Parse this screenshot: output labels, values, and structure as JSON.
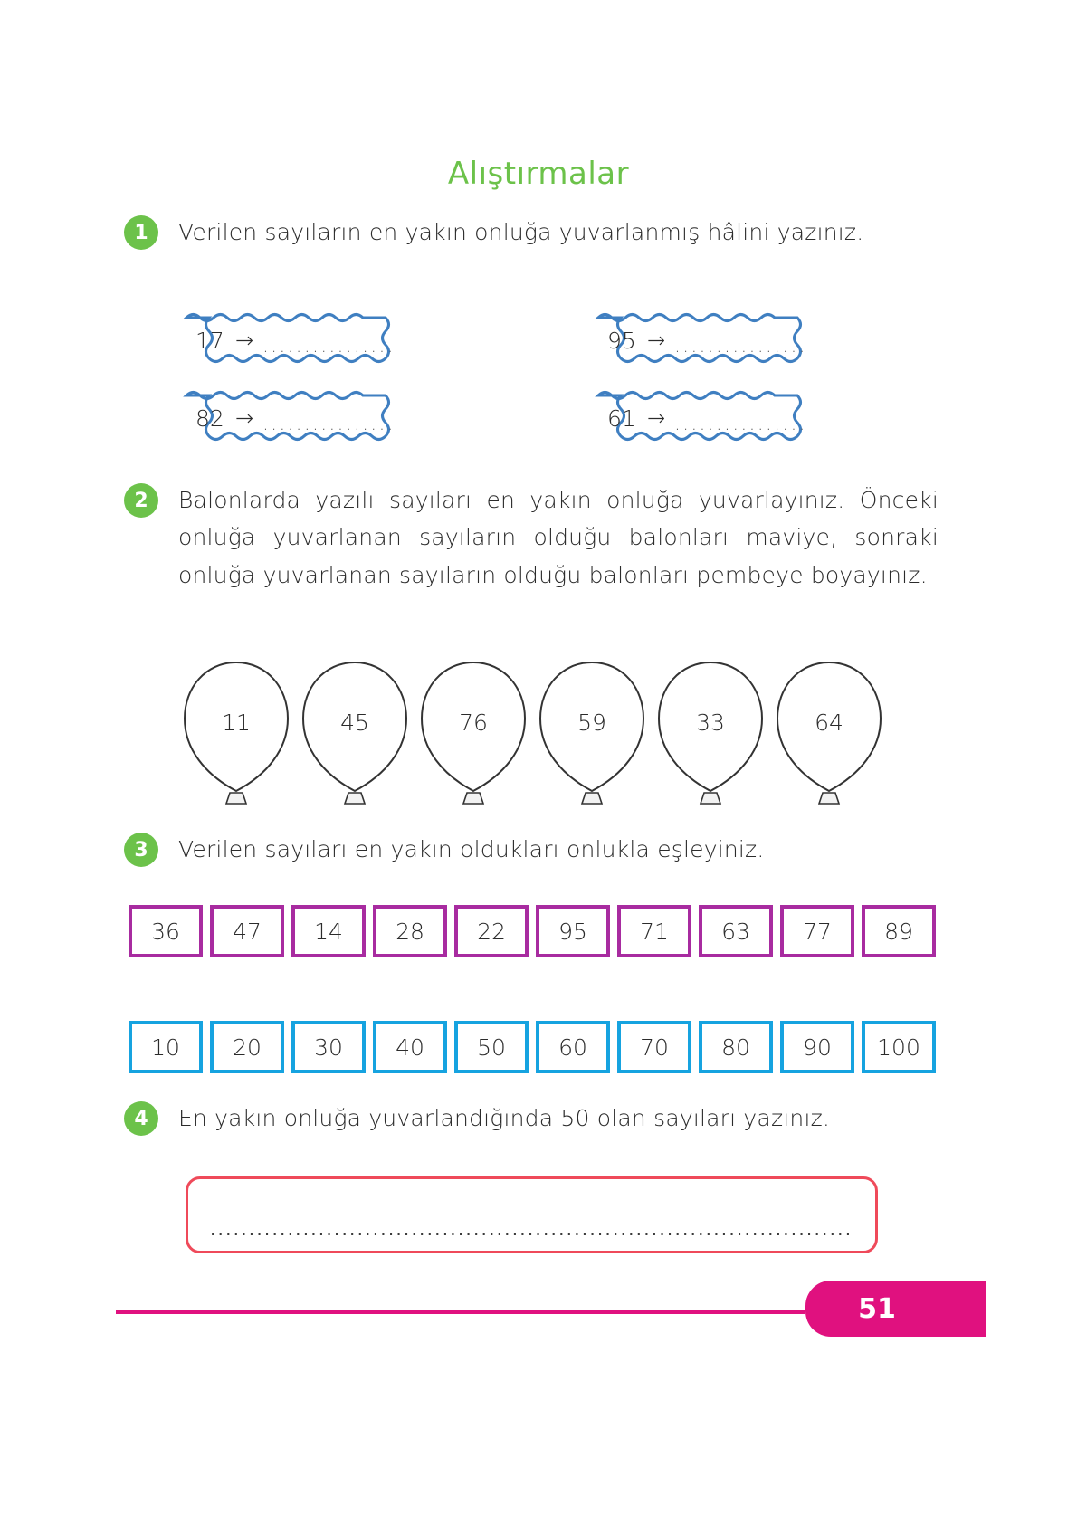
{
  "page": {
    "title": "Alıştırmalar",
    "page_number": "51",
    "accent_green": "#6cc24a",
    "accent_blue": "#3f7fc1",
    "accent_purple": "#a82ba0",
    "accent_cyan": "#16a3e0",
    "accent_red": "#ef4a5a",
    "accent_magenta": "#e0117f"
  },
  "exercises": [
    {
      "number": "1",
      "text": "Verilen sayıların en yakın onluğa yuvarlanmış hâlini yazınız."
    },
    {
      "number": "2",
      "text": "Balonlarda yazılı sayıları en yakın onluğa yuvarlayınız. Önceki onluğa yuvarlanan sayıların olduğu balonları maviye, sonraki onluğa yuvarlanan sayıların olduğu balonları pembeye boyayınız."
    },
    {
      "number": "3",
      "text": "Verilen sayıları en yakın oldukları onlukla eşleyiniz."
    },
    {
      "number": "4",
      "text": "En yakın onluğa yuvarlandığında 50 olan sayıları yazınız."
    }
  ],
  "wavy_boxes": [
    {
      "number": "17",
      "arrow": "→",
      "answer_dots": "................"
    },
    {
      "number": "95",
      "arrow": "→",
      "answer_dots": "................"
    },
    {
      "number": "82",
      "arrow": "→",
      "answer_dots": "................"
    },
    {
      "number": "61",
      "arrow": "→",
      "answer_dots": "................"
    }
  ],
  "balloons": [
    {
      "value": "11"
    },
    {
      "value": "45"
    },
    {
      "value": "76"
    },
    {
      "value": "59"
    },
    {
      "value": "33"
    },
    {
      "value": "64"
    }
  ],
  "number_rows": {
    "purple": [
      "36",
      "47",
      "14",
      "28",
      "22",
      "95",
      "71",
      "63",
      "77",
      "89"
    ],
    "blue": [
      "10",
      "20",
      "30",
      "40",
      "50",
      "60",
      "70",
      "80",
      "90",
      "100"
    ]
  },
  "answer_area": {
    "dots": "........................................................................................................."
  }
}
